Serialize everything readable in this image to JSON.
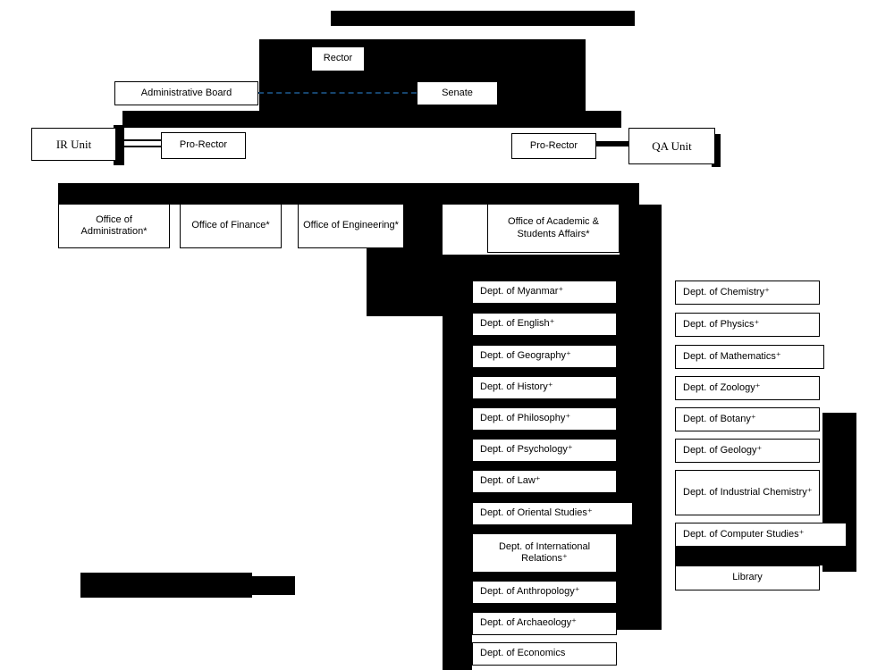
{
  "colors": {
    "background": "#ffffff",
    "redaction_black": "#000000",
    "dotted_connector_blue": "#17456e",
    "box_border": "#000000"
  },
  "top": {
    "rector": "Rector",
    "administrative_board": "Administrative Board",
    "senate": "Senate",
    "ir_unit": "IR Unit",
    "pro_rector_left": "Pro-Rector",
    "pro_rector_right": "Pro-Rector",
    "qa_unit": "QA Unit"
  },
  "offices": [
    {
      "label": "Office of Administration*"
    },
    {
      "label": "Office of Finance*"
    },
    {
      "label": "Office of Engineering*"
    },
    {
      "label": "Office of Academic & Students Affairs*"
    }
  ],
  "departments_left": [
    {
      "label": "Dept. of Myanmar⁺"
    },
    {
      "label": "Dept. of English⁺"
    },
    {
      "label": "Dept. of Geography⁺"
    },
    {
      "label": "Dept. of History⁺"
    },
    {
      "label": "Dept. of Philosophy⁺"
    },
    {
      "label": "Dept. of Psychology⁺"
    },
    {
      "label": "Dept. of Law⁺"
    },
    {
      "label": "Dept. of Oriental Studies⁺"
    },
    {
      "label": "Dept. of International Relations⁺"
    },
    {
      "label": "Dept. of Anthropology⁺"
    },
    {
      "label": "Dept. of Archaeology⁺"
    },
    {
      "label": "Dept. of Economics"
    }
  ],
  "departments_right": [
    {
      "label": "Dept. of Chemistry⁺"
    },
    {
      "label": "Dept. of Physics⁺"
    },
    {
      "label": "Dept. of Mathematics⁺"
    },
    {
      "label": "Dept. of Zoology⁺"
    },
    {
      "label": "Dept. of Botany⁺"
    },
    {
      "label": "Dept. of Geology⁺"
    },
    {
      "label": "Dept. of Industrial Chemistry⁺"
    },
    {
      "label": "Dept. of Computer Studies⁺"
    }
  ],
  "library": {
    "label": "Library"
  }
}
